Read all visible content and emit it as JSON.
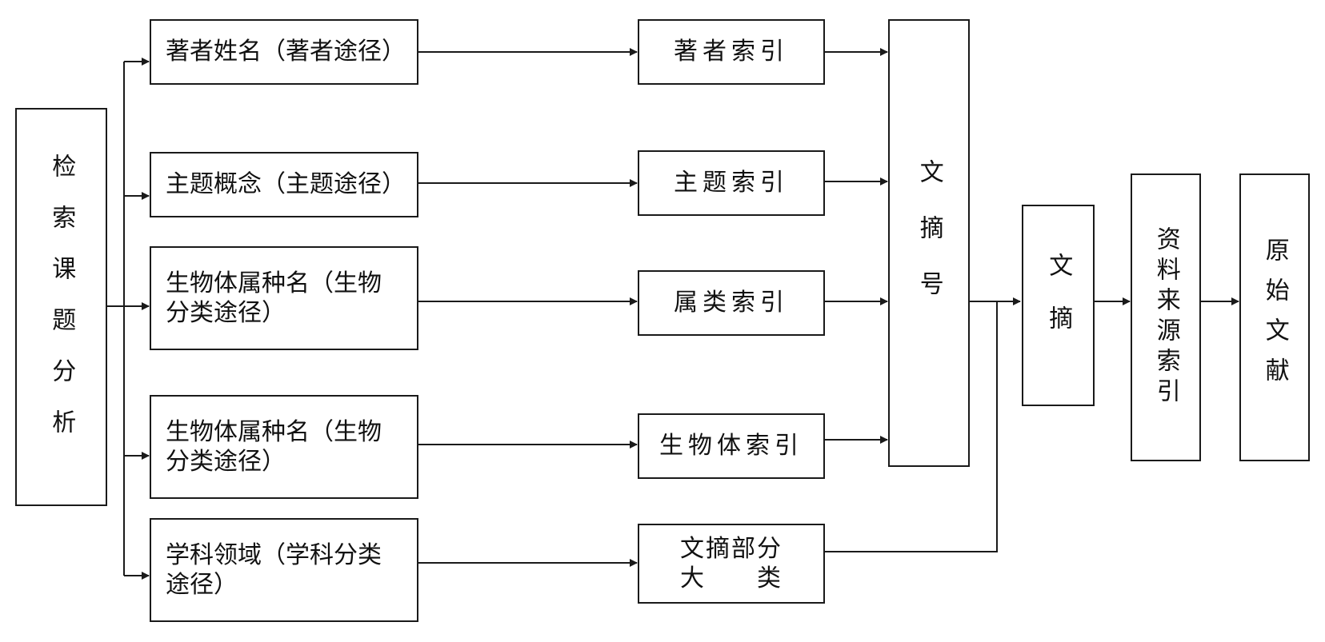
{
  "diagram": {
    "analysis": "检索课题分析",
    "routes": [
      "著者姓名（著者途径）",
      "主题概念（主题途径）",
      "生物体属种名（生物\n分类途径）",
      "生物体属种名（生物\n分类途径）",
      "学科领域（学科分类\n途径）"
    ],
    "indexes": [
      "著者索引",
      "主题索引",
      "属类索引",
      "生物体索引",
      "文摘部分\n大　　类"
    ],
    "abstract_number": "文摘号",
    "abstract": "文摘",
    "source_index": "资料来源索引",
    "original_document": "原始文献"
  }
}
